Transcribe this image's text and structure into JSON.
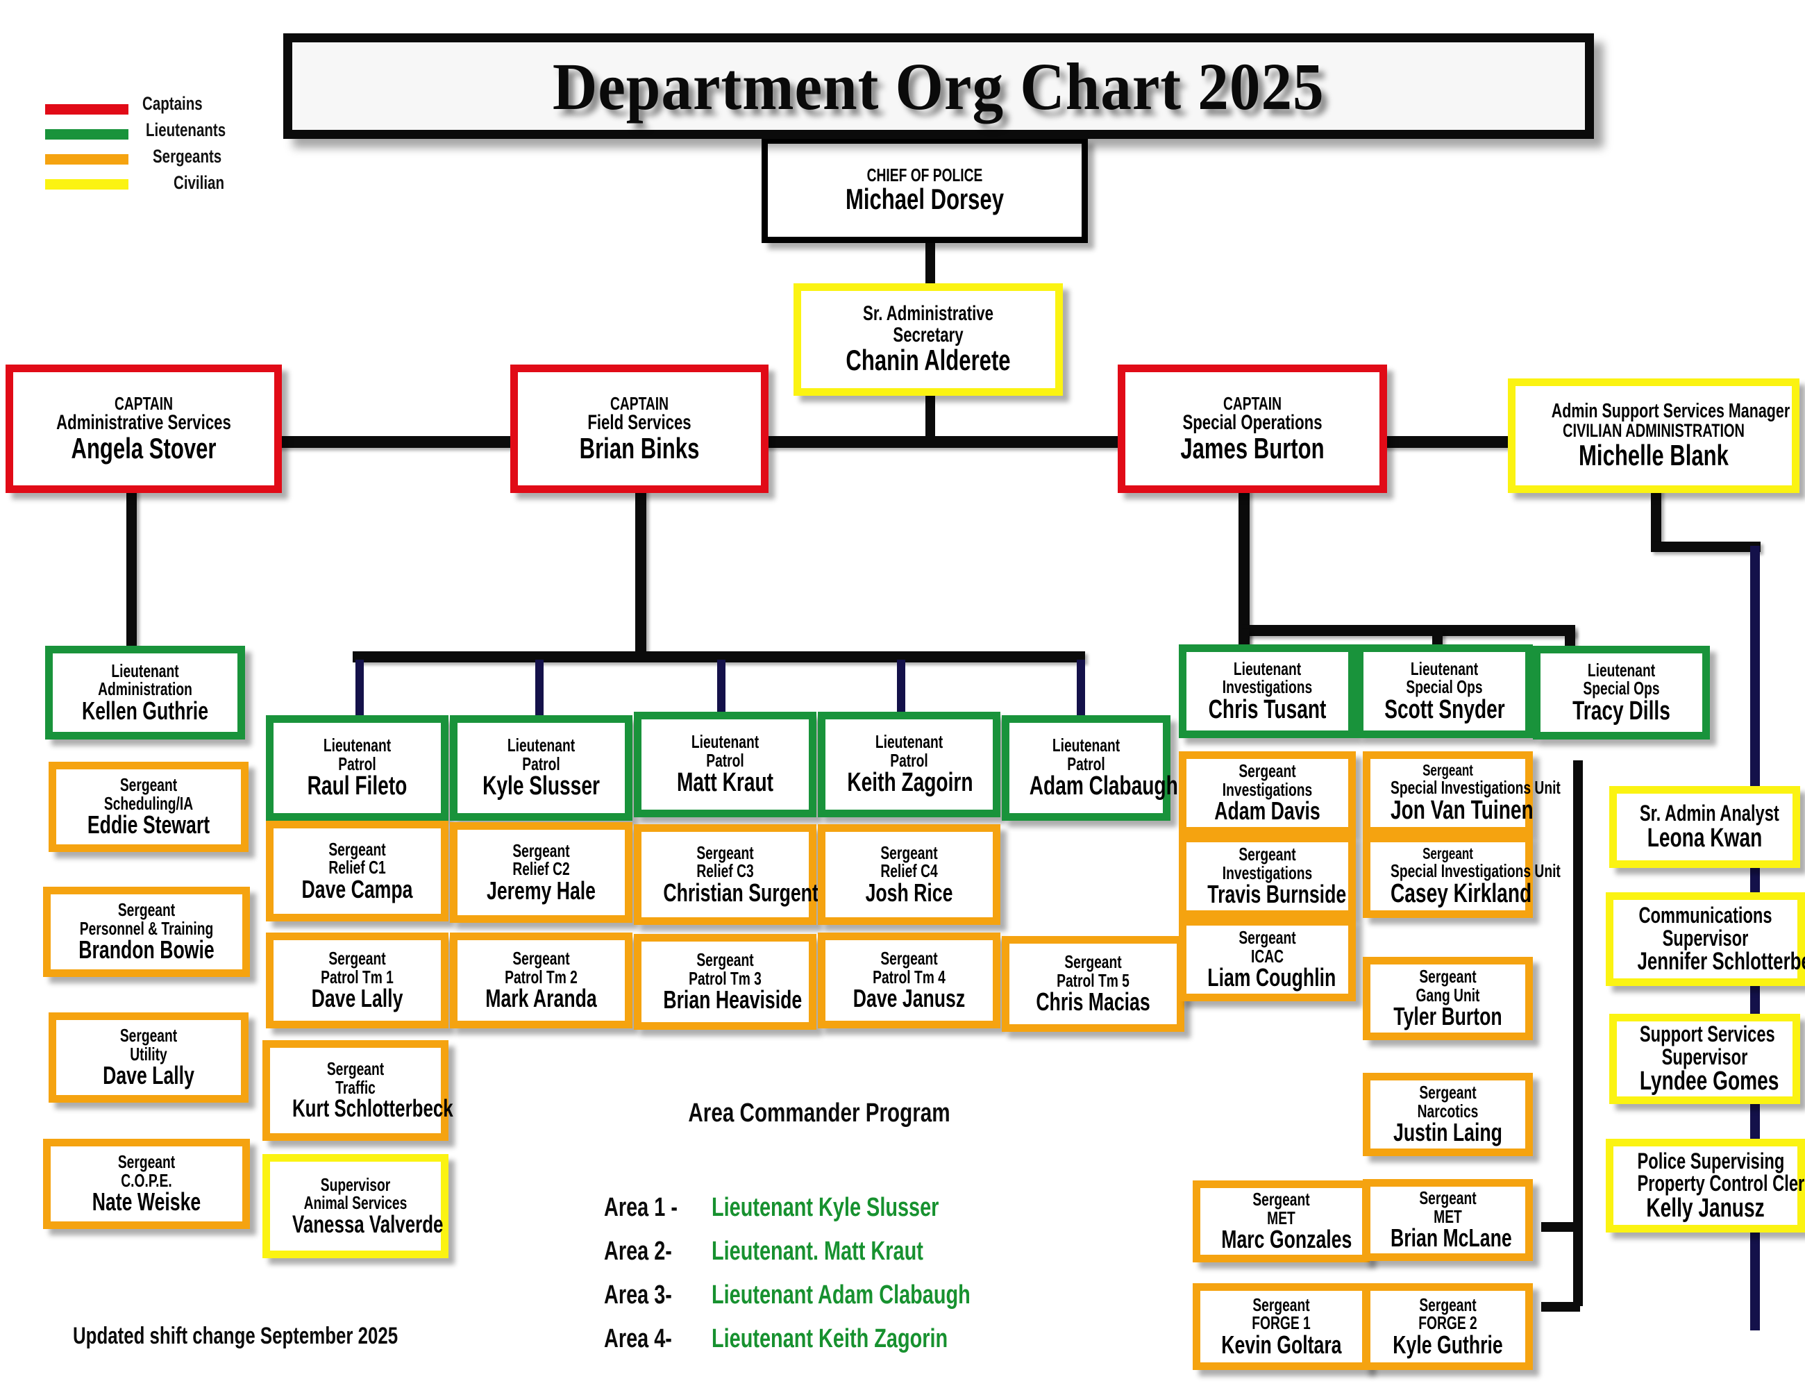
{
  "title": "Department Org Chart 2025",
  "footer": "Updated shift change September 2025",
  "legend": {
    "items": [
      {
        "label": "Captains",
        "color": "#e10b17"
      },
      {
        "label": "Lieutenants",
        "color": "#19933b"
      },
      {
        "label": "Sergeants",
        "color": "#f5a310"
      },
      {
        "label": "Civilian",
        "color": "#fbf312"
      }
    ]
  },
  "colors": {
    "captain": "#e10b17",
    "lieutenant": "#19933b",
    "sergeant": "#f5a310",
    "civilian": "#fbf312",
    "chief": "#000000",
    "connector": "#0b0b0b",
    "connector_blue": "#14114a",
    "area_name": "#17912f"
  },
  "chief": {
    "rank": "CHIEF OF POLICE",
    "unit": "",
    "name": "Michael Dorsey"
  },
  "secretary": {
    "rank": "Sr. Administrative",
    "unit": "Secretary",
    "name": "Chanin Alderete"
  },
  "captains": [
    {
      "rank": "CAPTAIN",
      "unit": "Administrative Services",
      "name": "Angela Stover"
    },
    {
      "rank": "CAPTAIN",
      "unit": "Field Services",
      "name": "Brian Binks"
    },
    {
      "rank": "CAPTAIN",
      "unit": "Special Operations",
      "name": "James Burton"
    }
  ],
  "admin_manager": {
    "rank": "Admin Support Services Manager",
    "unit": "CIVILIAN ADMINISTRATION",
    "name": "Michelle Blank"
  },
  "admin_branch": [
    {
      "rank": "Lieutenant",
      "unit": "Administration",
      "name": "Kellen Guthrie",
      "level": "lieutenant"
    },
    {
      "rank": "Sergeant",
      "unit": "Scheduling/IA",
      "name": "Eddie Stewart",
      "level": "sergeant"
    },
    {
      "rank": "Sergeant",
      "unit": "Personnel & Training",
      "name": "Brandon Bowie",
      "level": "sergeant"
    },
    {
      "rank": "Sergeant",
      "unit": "Utility",
      "name": "Dave Lally",
      "level": "sergeant"
    },
    {
      "rank": "Sergeant",
      "unit": "C.O.P.E.",
      "name": "Nate Weiske",
      "level": "sergeant"
    }
  ],
  "patrol_lieutenants": [
    {
      "rank": "Lieutenant",
      "unit": "Patrol",
      "name": "Raul Fileto"
    },
    {
      "rank": "Lieutenant",
      "unit": "Patrol",
      "name": "Kyle Slusser"
    },
    {
      "rank": "Lieutenant",
      "unit": "Patrol",
      "name": "Matt Kraut"
    },
    {
      "rank": "Lieutenant",
      "unit": "Patrol",
      "name": "Keith Zagoirn"
    },
    {
      "rank": "Lieutenant",
      "unit": "Patrol",
      "name": "Adam Clabaugh"
    }
  ],
  "relief_sergeants": [
    {
      "rank": "Sergeant",
      "unit": "Relief C1",
      "name": "Dave Campa"
    },
    {
      "rank": "Sergeant",
      "unit": "Relief C2",
      "name": "Jeremy Hale"
    },
    {
      "rank": "Sergeant",
      "unit": "Relief C3",
      "name": "Christian Surgent"
    },
    {
      "rank": "Sergeant",
      "unit": "Relief C4",
      "name": "Josh Rice"
    }
  ],
  "patrol_team_sergeants": [
    {
      "rank": "Sergeant",
      "unit": "Patrol Tm 1",
      "name": "Dave Lally"
    },
    {
      "rank": "Sergeant",
      "unit": "Patrol Tm 2",
      "name": "Mark Aranda"
    },
    {
      "rank": "Sergeant",
      "unit": "Patrol Tm 3",
      "name": "Brian Heaviside"
    },
    {
      "rank": "Sergeant",
      "unit": "Patrol Tm 4",
      "name": "Dave Janusz"
    },
    {
      "rank": "Sergeant",
      "unit": "Patrol Tm 5",
      "name": "Chris Macias"
    }
  ],
  "field_extra": [
    {
      "rank": "Sergeant",
      "unit": "Traffic",
      "name": "Kurt Schlotterbeck",
      "level": "sergeant"
    },
    {
      "rank": "Supervisor",
      "unit": "Animal Services",
      "name": "Vanessa Valverde",
      "level": "civilian"
    }
  ],
  "special_ops_lieutenants": [
    {
      "rank": "Lieutenant",
      "unit": "Investigations",
      "name": "Chris Tusant"
    },
    {
      "rank": "Lieutenant",
      "unit": "Special Ops",
      "name": "Scott Snyder"
    },
    {
      "rank": "Lieutenant",
      "unit": "Special Ops",
      "name": "Tracy Dills"
    }
  ],
  "investigations_sergeants": [
    {
      "rank": "Sergeant",
      "unit": "Investigations",
      "name": "Adam Davis"
    },
    {
      "rank": "Sergeant",
      "unit": "Investigations",
      "name": "Travis Burnside"
    },
    {
      "rank": "Sergeant",
      "unit": "ICAC",
      "name": "Liam Coughlin"
    },
    {
      "rank": "Sergeant",
      "unit": "MET",
      "name": "Marc Gonzales"
    },
    {
      "rank": "Sergeant",
      "unit": "FORGE 1",
      "name": "Kevin Goltara"
    }
  ],
  "specialops_sergeants": [
    {
      "rank": "Sergeant",
      "unit": "Special Investigations Unit",
      "name": "Jon Van Tuinen"
    },
    {
      "rank": "Sergeant",
      "unit": "Special Investigations Unit",
      "name": "Casey Kirkland"
    },
    {
      "rank": "Sergeant",
      "unit": "Gang Unit",
      "name": "Tyler Burton"
    },
    {
      "rank": "Sergeant",
      "unit": "Narcotics",
      "name": "Justin Laing"
    },
    {
      "rank": "Sergeant",
      "unit": "MET",
      "name": "Brian McLane"
    },
    {
      "rank": "Sergeant",
      "unit": "FORGE 2",
      "name": "Kyle Guthrie"
    }
  ],
  "civilian_branch": [
    {
      "rank": "Sr. Admin Analyst",
      "unit": "",
      "name": "Leona Kwan"
    },
    {
      "rank": "Communications",
      "unit": "Supervisor",
      "name": "Jennifer Schlotterbeck"
    },
    {
      "rank": "Support Services",
      "unit": "Supervisor",
      "name": "Lyndee Gomes"
    },
    {
      "rank": "Police Supervising",
      "unit": "Property Control Clerk",
      "name": "Kelly Janusz"
    }
  ],
  "area_commander": {
    "title": "Area Commander Program",
    "rows": [
      {
        "area": "Area 1 -",
        "officer": "Lieutenant Kyle Slusser"
      },
      {
        "area": "Area 2-",
        "officer": "Lieutenant. Matt Kraut"
      },
      {
        "area": "Area 3-",
        "officer": "Lieutenant Adam Clabaugh"
      },
      {
        "area": "Area 4-",
        "officer": "Lieutenant Keith Zagorin"
      }
    ]
  }
}
